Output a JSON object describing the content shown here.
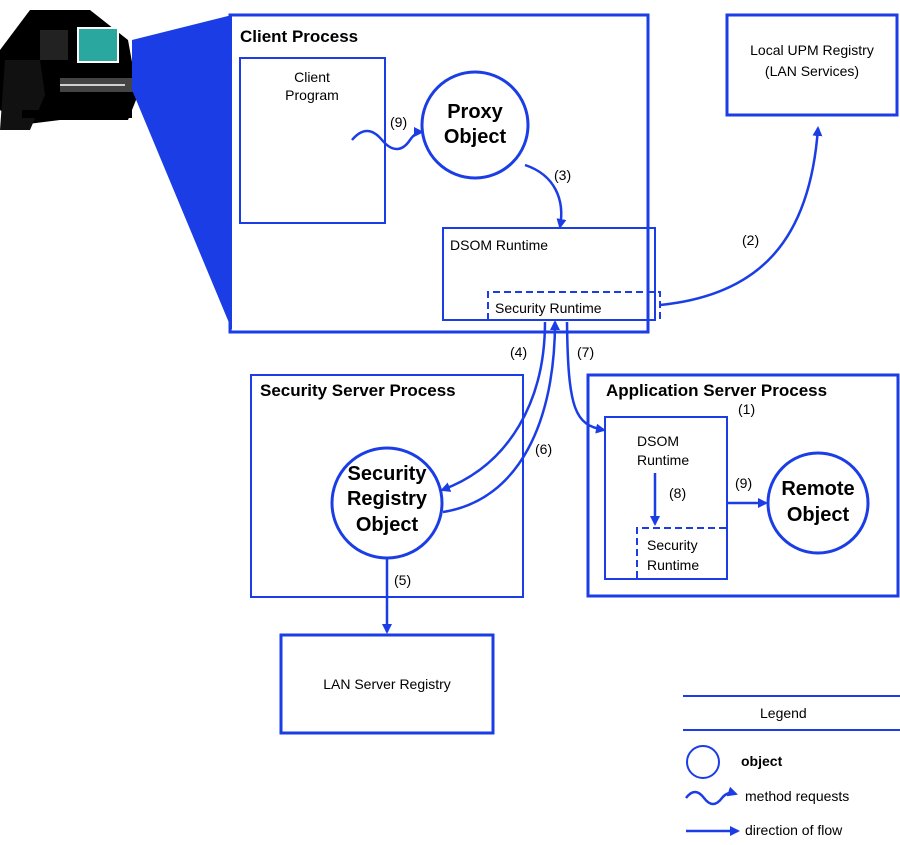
{
  "colors": {
    "accent": "#1a3de6",
    "fill": "#ffffff",
    "ink": "#000000",
    "monitor": "#2aa8a0"
  },
  "client": {
    "title": "Client Process",
    "program_line1": "Client",
    "program_line2": "Program",
    "proxy_line1": "Proxy",
    "proxy_line2": "Object",
    "runtime": "DSOM Runtime",
    "security_runtime": "Security Runtime"
  },
  "registry": {
    "line1": "Local UPM Registry",
    "line2": "(LAN Services)"
  },
  "security_server": {
    "title": "Security Server Process",
    "object_line1": "Security",
    "object_line2": "Registry",
    "object_line3": "Object"
  },
  "app_server": {
    "title": "Application Server Process",
    "runtime_line1": "DSOM",
    "runtime_line2": "Runtime",
    "security_line1": "Security",
    "security_line2": "Runtime",
    "remote_line1": "Remote",
    "remote_line2": "Object"
  },
  "lan_registry": "LAN Server Registry",
  "steps": {
    "s1": "(1)",
    "s2": "(2)",
    "s3": "(3)",
    "s4": "(4)",
    "s5": "(5)",
    "s6": "(6)",
    "s7": "(7)",
    "s8": "(8)",
    "s9a": "(9)",
    "s9b": "(9)"
  },
  "legend": {
    "title": "Legend",
    "object": "object",
    "method": "method requests",
    "flow": "direction of flow"
  }
}
